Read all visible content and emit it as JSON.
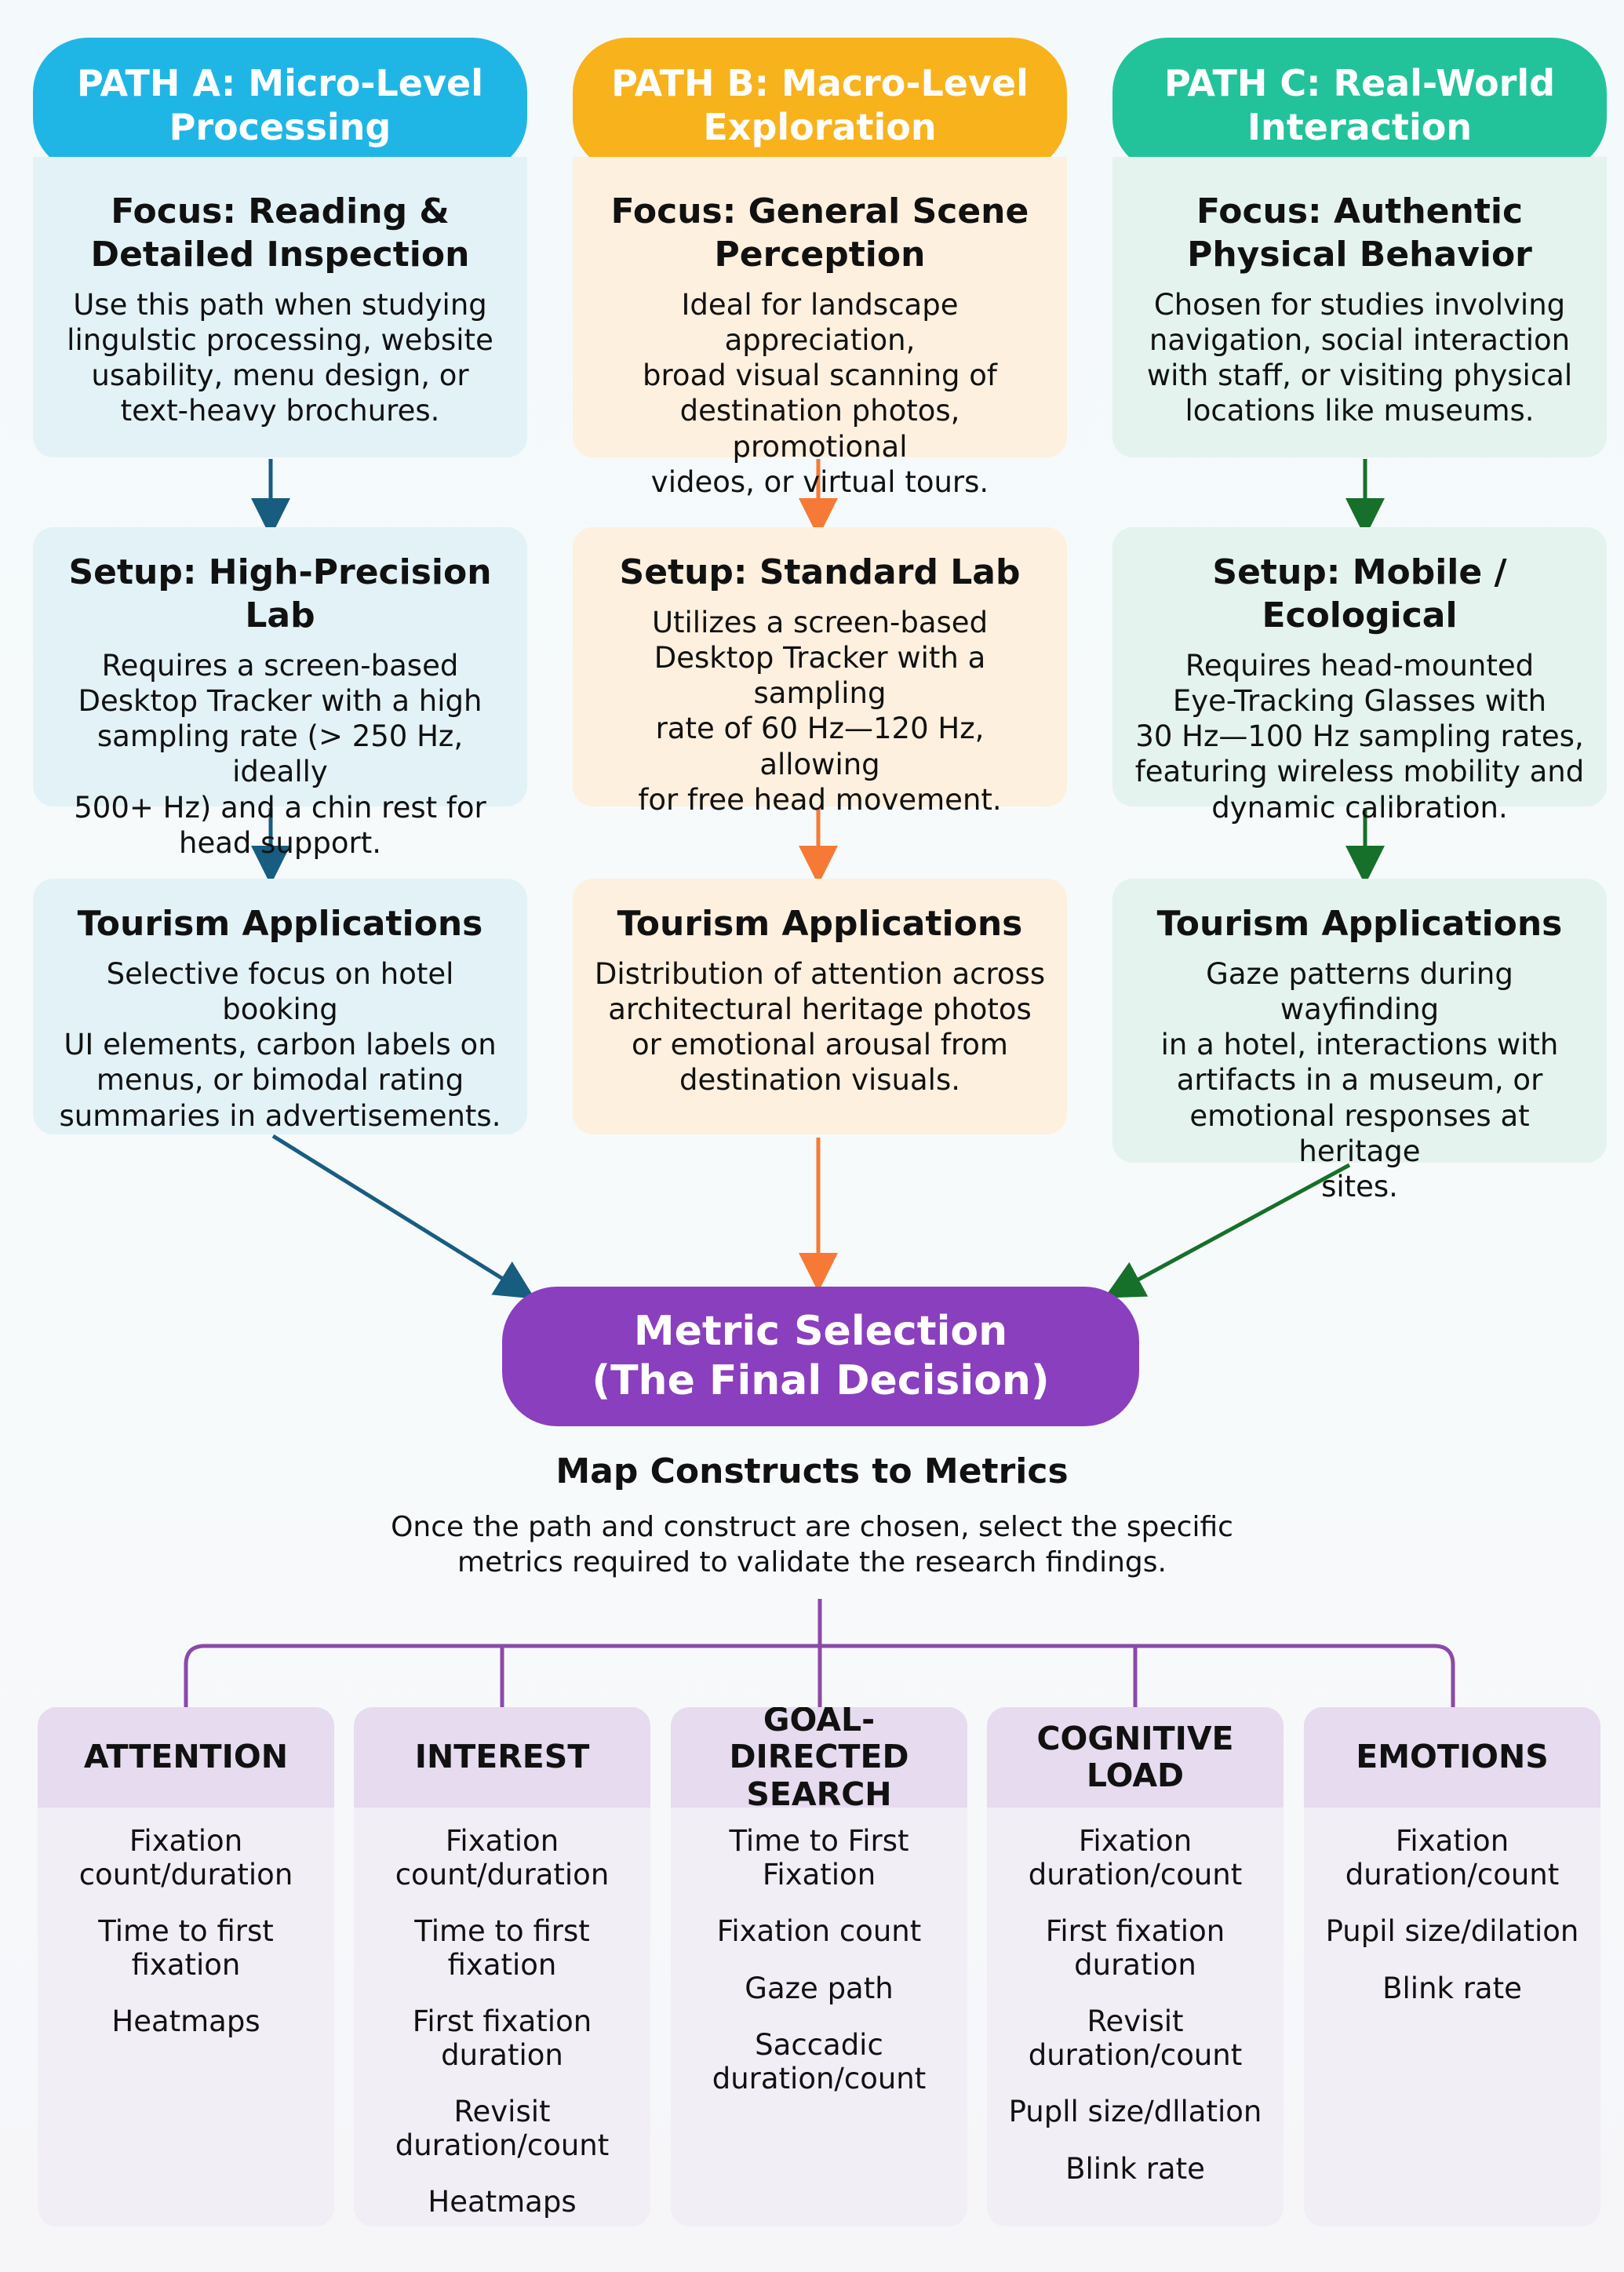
{
  "paths": [
    {
      "id": "a",
      "pill_line1": "PATH A: Micro-Level",
      "pill_line2": "Processing",
      "focus_title_line1": "Focus: Reading &",
      "focus_title_line2": "Detailed Inspection",
      "focus_body": [
        "Use this path when studying",
        "lingulstic processing, website",
        "usability, menu design, or",
        "text-heavy brochures."
      ],
      "setup_title": "Setup: High-Precision Lab",
      "setup_body": [
        "Requires a screen-based",
        "Desktop Tracker with a high",
        "sampling rate (> 250 Hz, ideally",
        "500+ Hz) and a chin rest for",
        "head support."
      ],
      "apps_title": "Tourism Applications",
      "apps_body": [
        "Selective focus on hotel booking",
        "UI elements, carbon labels on",
        "menus, or bimodal rating",
        "summaries in advertisements."
      ]
    },
    {
      "id": "b",
      "pill_line1": "PATH B: Macro-Level",
      "pill_line2": "Exploration",
      "focus_title_line1": "Focus: General Scene",
      "focus_title_line2": "Perception",
      "focus_body": [
        "Ideal for landscape appreciation,",
        "broad visual scanning of",
        "destination photos, promotional",
        "videos, or virtual tours."
      ],
      "setup_title": "Setup: Standard Lab",
      "setup_body": [
        "Utilizes a screen-based",
        "Desktop Tracker with a sampling",
        "rate of 60 Hz—120 Hz, allowing",
        "for free head movement."
      ],
      "apps_title": "Tourism Applications",
      "apps_body": [
        "Distribution of attention across",
        "architectural heritage photos",
        "or emotional arousal from",
        "destination visuals."
      ]
    },
    {
      "id": "c",
      "pill_line1": "PATH C: Real-World",
      "pill_line2": "Interaction",
      "focus_title_line1": "Focus: Authentic",
      "focus_title_line2": "Physical Behavior",
      "focus_body": [
        "Chosen for studies involving",
        "navigation, social interaction",
        "with staff, or visiting physical",
        "locations like museums."
      ],
      "setup_title": "Setup: Mobile / Ecological",
      "setup_body": [
        "Requires head-mounted",
        "Eye-Tracking Glasses with",
        "30 Hz—100 Hz sampling rates,",
        "featuring wireless mobility and",
        "dynamic calibration."
      ],
      "apps_title": "Tourism Applications",
      "apps_body": [
        "Gaze patterns during wayfinding",
        "in a hotel, interactions with",
        "artifacts in a museum, or",
        "emotional responses at heritage",
        "sites."
      ]
    }
  ],
  "decision": {
    "line1": "Metric Selection",
    "line2": "(The Final Decision)",
    "subtitle": "Map Constructs to Metrics",
    "desc_line1": "Once the path and construct are chosen, select the specific",
    "desc_line2": "metrics required to validate the research findings."
  },
  "constructs": [
    {
      "title": "ATTENTION",
      "metrics": [
        "Fixation count/duration",
        "Time to first fixation",
        "Heatmaps"
      ]
    },
    {
      "title": "INTEREST",
      "metrics": [
        "Fixation count/duration",
        "Time to first fixation",
        "First fixation duration",
        "Revisit duration/count",
        "Heatmaps"
      ]
    },
    {
      "title": "GOAL-DIRECTED SEARCH",
      "metrics": [
        "Time to First Fixation",
        "Fixation count",
        "Gaze path",
        "Saccadic duration/count"
      ]
    },
    {
      "title": "COGNITIVE LOAD",
      "metrics": [
        "Fixation duration/count",
        "First fixation duration",
        "Revisit duration/count",
        "Pupll size/dllation",
        "Blink rate"
      ]
    },
    {
      "title": "EMOTIONS",
      "metrics": [
        "Fixation duration/count",
        "Pupil size/dilation",
        "Blink rate"
      ]
    }
  ],
  "colors": {
    "path_a": "#1fb6e6",
    "path_b": "#f8b21c",
    "path_c": "#22c39b",
    "arrow_a": "#175d80",
    "arrow_b": "#f67a35",
    "arrow_c": "#16702a",
    "decision": "#8a3fbf",
    "tree": "#8a4aa8"
  }
}
